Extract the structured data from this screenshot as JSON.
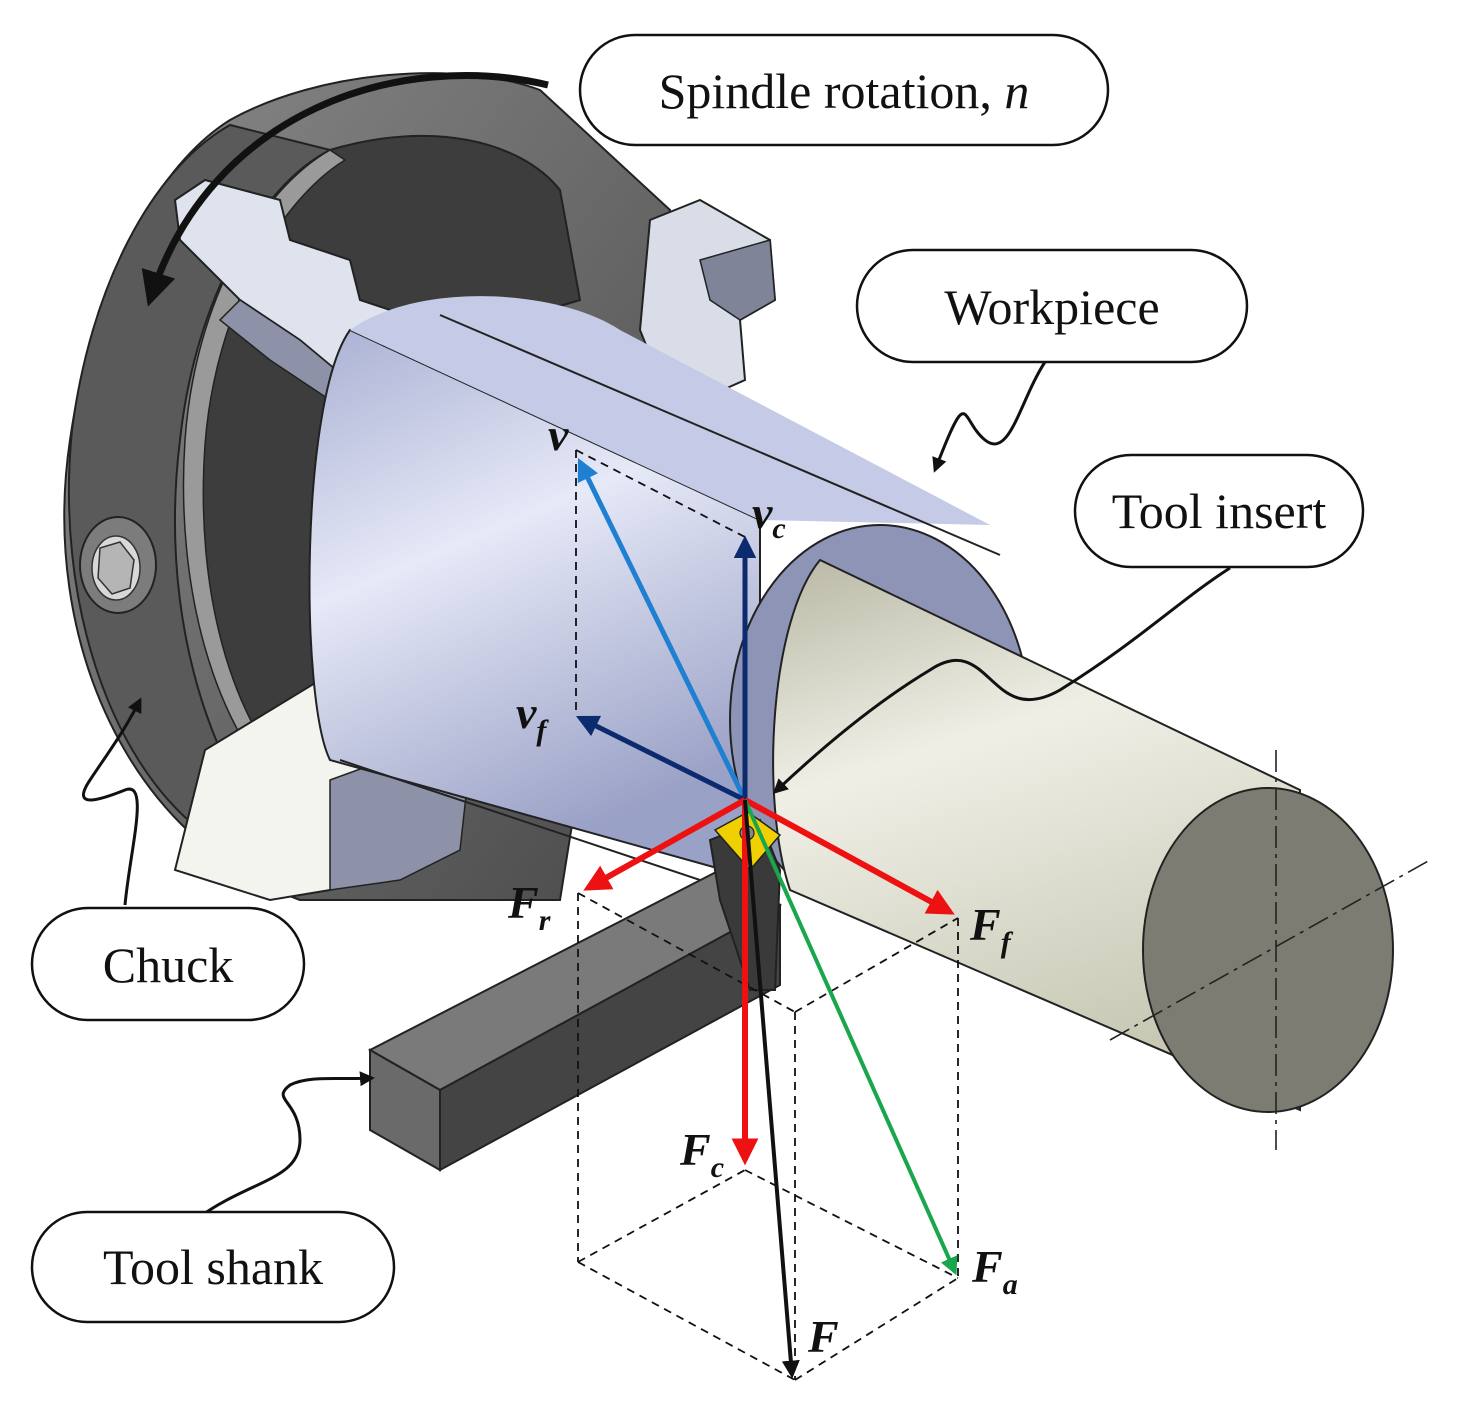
{
  "callouts": {
    "spindle": {
      "label": "Spindle rotation, ",
      "symbol": "n"
    },
    "workpiece": {
      "label": "Workpiece"
    },
    "tool_insert": {
      "label": "Tool insert"
    },
    "chuck": {
      "label": "Chuck"
    },
    "tool_shank": {
      "label": "Tool shank"
    }
  },
  "vectors": {
    "v": {
      "symbol": "v",
      "sub": "",
      "color": "#1f7fd1"
    },
    "vc": {
      "symbol": "v",
      "sub": "c",
      "color": "#0c2a6e"
    },
    "vf": {
      "symbol": "v",
      "sub": "f",
      "color": "#0c2a6e"
    },
    "Fr": {
      "symbol": "F",
      "sub": "r",
      "color": "#ee1111"
    },
    "Ff": {
      "symbol": "F",
      "sub": "f",
      "color": "#ee1111"
    },
    "Fc": {
      "symbol": "F",
      "sub": "c",
      "color": "#ee1111"
    },
    "Fa": {
      "symbol": "F",
      "sub": "a",
      "color": "#19a64c"
    },
    "F": {
      "symbol": "F",
      "sub": "",
      "color": "#111111"
    }
  }
}
